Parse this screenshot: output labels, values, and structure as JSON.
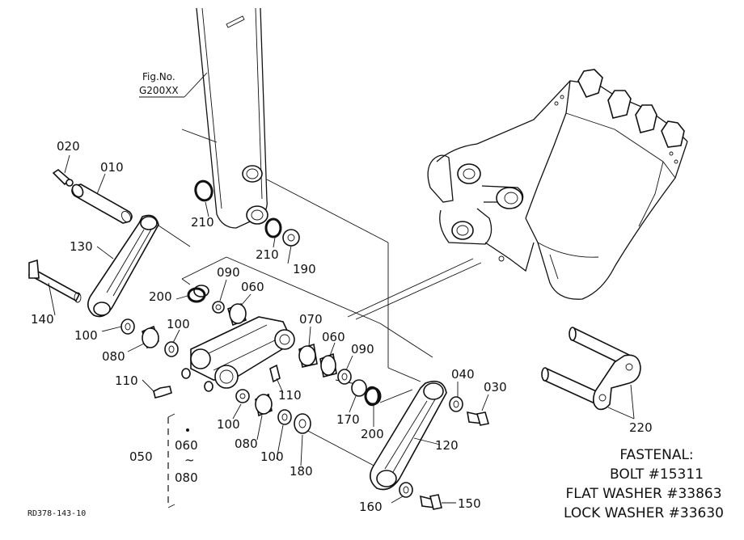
{
  "figure": {
    "fig_no_label": "Fig.No.",
    "fig_no_value": "G200XX",
    "doc_code": "RD378-143-10"
  },
  "callouts": [
    {
      "id": "020",
      "text": "020"
    },
    {
      "id": "010",
      "text": "010"
    },
    {
      "id": "130",
      "text": "130"
    },
    {
      "id": "140",
      "text": "140"
    },
    {
      "id": "100a",
      "text": "100"
    },
    {
      "id": "080a",
      "text": "080"
    },
    {
      "id": "100b",
      "text": "100"
    },
    {
      "id": "110a",
      "text": "110"
    },
    {
      "id": "210a",
      "text": "210"
    },
    {
      "id": "210b",
      "text": "210"
    },
    {
      "id": "190",
      "text": "190"
    },
    {
      "id": "200a",
      "text": "200"
    },
    {
      "id": "090a",
      "text": "090"
    },
    {
      "id": "060a",
      "text": "060"
    },
    {
      "id": "070",
      "text": "070"
    },
    {
      "id": "060b",
      "text": "060"
    },
    {
      "id": "090b",
      "text": "090"
    },
    {
      "id": "110b",
      "text": "110"
    },
    {
      "id": "170",
      "text": "170"
    },
    {
      "id": "200b",
      "text": "200"
    },
    {
      "id": "040",
      "text": "040"
    },
    {
      "id": "030",
      "text": "030"
    },
    {
      "id": "120",
      "text": "120"
    },
    {
      "id": "100c",
      "text": "100"
    },
    {
      "id": "080b",
      "text": "080"
    },
    {
      "id": "100d",
      "text": "100"
    },
    {
      "id": "180",
      "text": "180"
    },
    {
      "id": "050",
      "text": "050"
    },
    {
      "id": "060c",
      "text": "060"
    },
    {
      "id": "tilde",
      "text": "~"
    },
    {
      "id": "080c",
      "text": "080"
    },
    {
      "id": "160",
      "text": "160"
    },
    {
      "id": "150",
      "text": "150"
    },
    {
      "id": "220",
      "text": "220"
    }
  ],
  "fastenal": {
    "heading": "FASTENAL:",
    "bolt": "BOLT #15311",
    "flat_washer": "FLAT WASHER #33863",
    "lock_washer": "LOCK WASHER #33630"
  }
}
